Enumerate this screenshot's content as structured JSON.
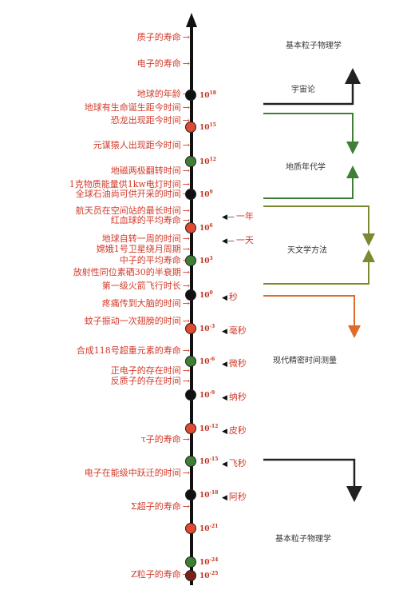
{
  "left_labels": [
    {
      "id": "proton-life",
      "text": "质子的寿命"
    },
    {
      "id": "electron-life",
      "text": "电子的寿命"
    },
    {
      "id": "earth-age",
      "text": "地球的年龄"
    },
    {
      "id": "life-birth",
      "text": "地球有生命诞生距今时间"
    },
    {
      "id": "dino",
      "text": "恐龙出现距今时间"
    },
    {
      "id": "ape-man",
      "text": "元谋猿人出现距今时间"
    },
    {
      "id": "geomag",
      "text": "地磁两极翻转时间"
    },
    {
      "id": "1kg-energy",
      "text": "1克物质能量供1kw电灯时间"
    },
    {
      "id": "oil",
      "text": "全球石油尚可供开采的时间"
    },
    {
      "id": "astronaut",
      "text": "航天员在空间站的最长时间"
    },
    {
      "id": "rbc",
      "text": "红血球的平均寿命"
    },
    {
      "id": "earth-rotate",
      "text": "地球自转一周的时间"
    },
    {
      "id": "satellite",
      "text": "嫦娥1号卫星绕月周期"
    },
    {
      "id": "neutron",
      "text": "中子的平均寿命"
    },
    {
      "id": "radio-half",
      "text": "放射性同位素硒30的半衰期"
    },
    {
      "id": "rocket",
      "text": "第一级火箭飞行时长"
    },
    {
      "id": "neuron",
      "text": "疼痛传到大脑的时间"
    },
    {
      "id": "mosquito",
      "text": "蚊子振动一次翅膀的时间"
    },
    {
      "id": "element-118",
      "text": "合成118号超重元素的寿命"
    },
    {
      "id": "positron",
      "text": "正电子的存在时间"
    },
    {
      "id": "anti-proton",
      "text": "反质子的存在时间"
    },
    {
      "id": "tau",
      "text": "τ子的寿命"
    },
    {
      "id": "electron-jump",
      "text": "电子在能级中跃迁的时间"
    },
    {
      "id": "sigma",
      "text": "Σ超子的寿命"
    },
    {
      "id": "z-boson",
      "text": "Z粒子的寿命"
    }
  ],
  "exponents": [
    {
      "id": "e18",
      "base": "10",
      "exp": "18"
    },
    {
      "id": "e15",
      "base": "10",
      "exp": "15"
    },
    {
      "id": "e12",
      "base": "10",
      "exp": "12"
    },
    {
      "id": "e9",
      "base": "10",
      "exp": "9"
    },
    {
      "id": "e6",
      "base": "10",
      "exp": "6"
    },
    {
      "id": "e3",
      "base": "10",
      "exp": "3"
    },
    {
      "id": "e0",
      "base": "10",
      "exp": "0"
    },
    {
      "id": "em3",
      "base": "10",
      "exp": "-3"
    },
    {
      "id": "em6",
      "base": "10",
      "exp": "-6"
    },
    {
      "id": "em9",
      "base": "10",
      "exp": "-9"
    },
    {
      "id": "em12",
      "base": "10",
      "exp": "-12"
    },
    {
      "id": "em15",
      "base": "10",
      "exp": "-15"
    },
    {
      "id": "em18",
      "base": "10",
      "exp": "-18"
    },
    {
      "id": "em21",
      "base": "10",
      "exp": "-21"
    },
    {
      "id": "em24",
      "base": "10",
      "exp": "-24"
    },
    {
      "id": "em25",
      "base": "10",
      "exp": "-25"
    }
  ],
  "units": [
    {
      "id": "year",
      "text": "一年"
    },
    {
      "id": "day",
      "text": "一天"
    },
    {
      "id": "second",
      "text": "秒"
    },
    {
      "id": "milli",
      "text": "毫秒"
    },
    {
      "id": "micro",
      "text": "微秒"
    },
    {
      "id": "nano",
      "text": "纳秒"
    },
    {
      "id": "pico",
      "text": "皮秒"
    },
    {
      "id": "femto",
      "text": "飞秒"
    },
    {
      "id": "atto",
      "text": "阿秒"
    }
  ],
  "right_titles": {
    "particle_top": "基本粒子物理学",
    "cosmology": "宇宙论",
    "geology": "地质年代学",
    "astronomy": "天文学方法",
    "modern": "现代精密时间测量",
    "particle_bottom": "基本粒子物理学"
  },
  "colors": {
    "red": "#e04a32",
    "green": "#3f7f35",
    "black": "#111111",
    "orange": "#e06a2a",
    "olive": "#7a8a30",
    "label": "#d23a2a"
  }
}
